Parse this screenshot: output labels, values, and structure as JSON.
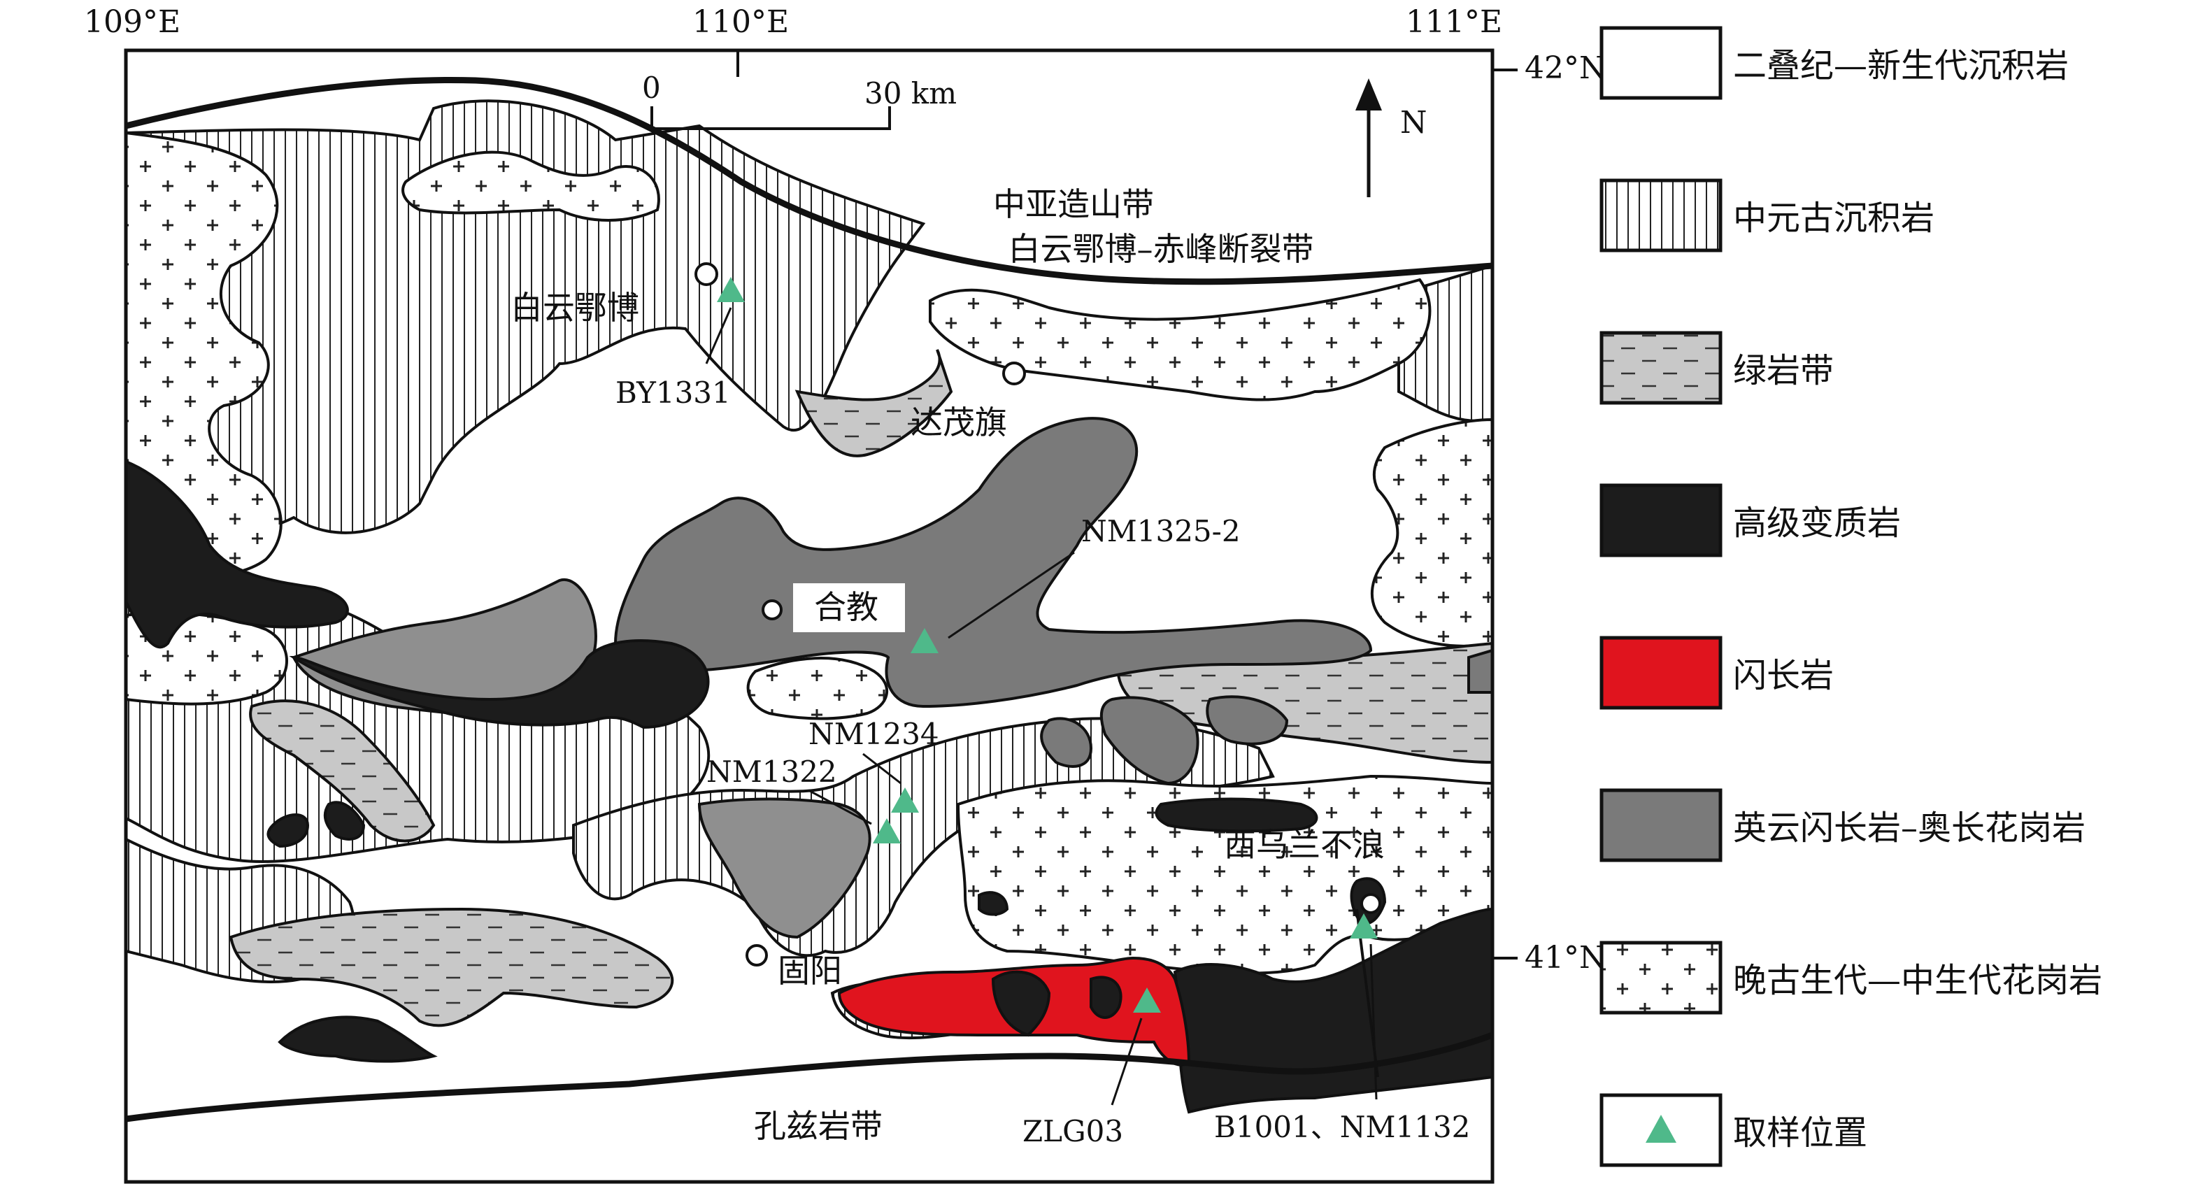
{
  "coords": {
    "top": [
      "109°E",
      "110°E",
      "111°E"
    ],
    "right": [
      "42°N",
      "41°N"
    ]
  },
  "scale_bar": {
    "start": "0",
    "end": "30 km"
  },
  "north_arrow": "N",
  "places": {
    "baiyunebo": "白云鄂博",
    "damaoqi": "达茂旗",
    "hejiao": "合教",
    "guyang": "固阳",
    "xiwulanbulang": "西乌兰不浪"
  },
  "regions": {
    "orogen_line1": "中亚造山带",
    "orogen_line2": "白云鄂博–赤峰断裂带",
    "khondalite": "孔兹岩带"
  },
  "samples": {
    "by1331": "BY1331",
    "nm1325": "NM1325-2",
    "nm1234": "NM1234",
    "nm1322": "NM1322",
    "zlg03": "ZLG03",
    "b1001": "B1001、NM1132"
  },
  "legend": [
    {
      "key": "sedimentary",
      "label": "二叠纪—新生代沉积岩"
    },
    {
      "key": "mesoproterozoic",
      "label": "中元古沉积岩"
    },
    {
      "key": "greenstone",
      "label": "绿岩带"
    },
    {
      "key": "high_grade",
      "label": "高级变质岩"
    },
    {
      "key": "diorite",
      "label": "闪长岩"
    },
    {
      "key": "ttg",
      "label": "英云闪长岩–奥长花岗岩"
    },
    {
      "key": "granite",
      "label": "晚古生代—中生代花岗岩"
    },
    {
      "key": "sample",
      "label": "取样位置"
    }
  ],
  "colors": {
    "ttg_main": "#7a7a7a",
    "ttg_light": "#8f8f8f",
    "greenstone": "#c8c8c8",
    "high_grade": "#1c1c1c",
    "diorite": "#e0141e",
    "sample_marker": "#4fb98a"
  }
}
